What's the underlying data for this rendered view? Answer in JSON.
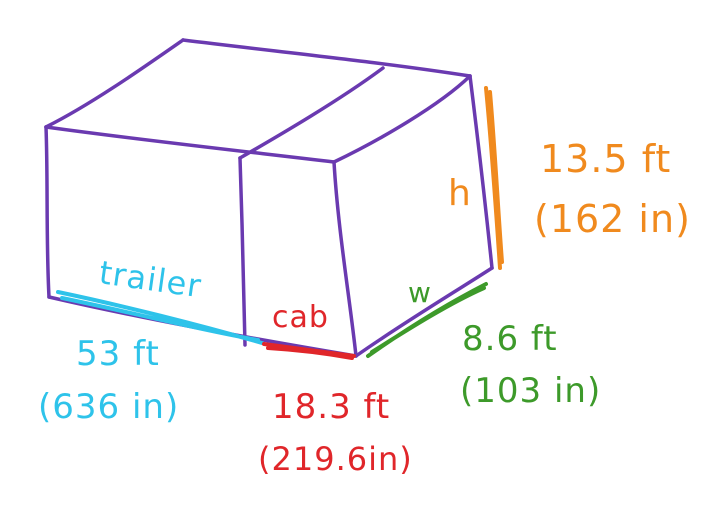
{
  "diagram": {
    "labels": {
      "trailer": "trailer",
      "cab": "cab",
      "w": "w",
      "h": "h"
    },
    "dimensions": {
      "trailer_ft": "53 ft",
      "trailer_in": "(636 in)",
      "cab_ft": "18.3 ft",
      "cab_in": "(219.6in)",
      "width_ft": "8.6 ft",
      "width_in": "(103 in)",
      "height_ft": "13.5 ft",
      "height_in": "(162 in)"
    },
    "colors": {
      "box_outline": "#6a3ab0",
      "trailer": "#2ec3ea",
      "cab": "#e0262a",
      "width": "#3d9a2a",
      "height": "#f08a1e"
    }
  }
}
